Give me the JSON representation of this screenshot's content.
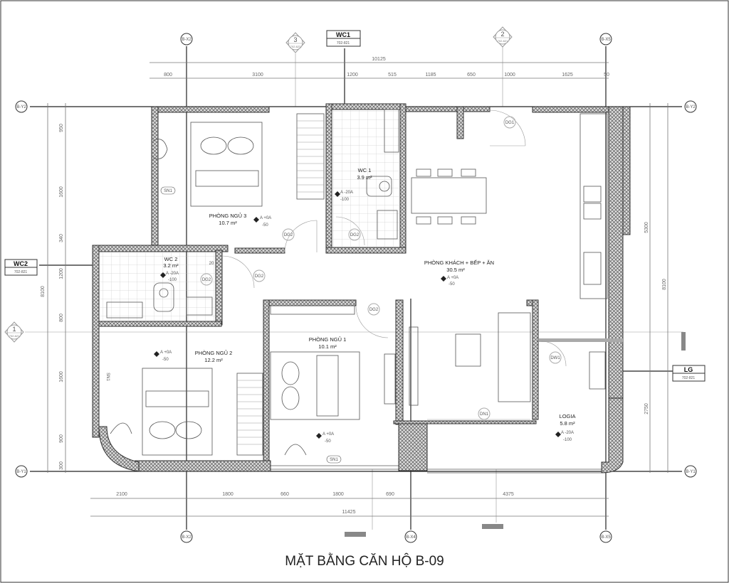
{
  "title": "MẶT BẰNG CĂN HỘ B-09",
  "grid_bubbles": {
    "bx2": "B-X2",
    "bx4": "B-X4",
    "bx5": "B-X5",
    "by1": "B-Y1",
    "by2": "B-Y2"
  },
  "section_marks": [
    {
      "num": "3",
      "ref": "702-623"
    },
    {
      "num": "2",
      "ref": "702-621"
    },
    {
      "num": "1",
      "ref": "702-621"
    }
  ],
  "detail_boxes": [
    {
      "name": "WC1",
      "ref": "702-821"
    },
    {
      "name": "WC2",
      "ref": "702-821"
    },
    {
      "name": "LG",
      "ref": "702-821"
    }
  ],
  "dimensions": {
    "top_total": "10125",
    "top": [
      "800",
      "3100",
      "1200",
      "515",
      "1185",
      "650",
      "1000",
      "1625",
      "50"
    ],
    "bottom": [
      "2100",
      "1800",
      "660",
      "1800",
      "690",
      "4375"
    ],
    "bottom_total": "11425",
    "left": [
      "950",
      "1600",
      "340",
      "1200",
      "800",
      "1600",
      "900",
      "300"
    ],
    "left_total": "8100",
    "right": [
      "5300",
      "2750"
    ],
    "right_total": "8100"
  },
  "rooms": [
    {
      "name": "PHÒNG NGỦ 3",
      "area": "10.7 m²",
      "level": "A +0A",
      "elev": "-50"
    },
    {
      "name": "WC 1",
      "area": "3.9 m²",
      "level": "A -20A",
      "elev": "-100"
    },
    {
      "name": "WC 2",
      "area": "3.2 m²",
      "level": "A -20A",
      "elev": "-100"
    },
    {
      "name": "PHÒNG KHÁCH + BẾP + ĂN",
      "area": "30.5 m²",
      "level": "A +0A",
      "elev": "-50"
    },
    {
      "name": "PHÒNG NGỦ 1",
      "area": "10.1 m²",
      "level": "A +0A",
      "elev": "-50"
    },
    {
      "name": "PHÒNG NGỦ 2",
      "area": "12.2 m²",
      "level": "A +0A",
      "elev": "-50"
    },
    {
      "name": "LOGIA",
      "area": "5.8 m²",
      "level": "A -20A",
      "elev": "-100"
    }
  ],
  "tags": {
    "sn1": "SN1",
    "dg2": "DG2",
    "dg1": "DG1",
    "dn1": "DN1",
    "dw1": "DW1",
    "note20": "20"
  }
}
